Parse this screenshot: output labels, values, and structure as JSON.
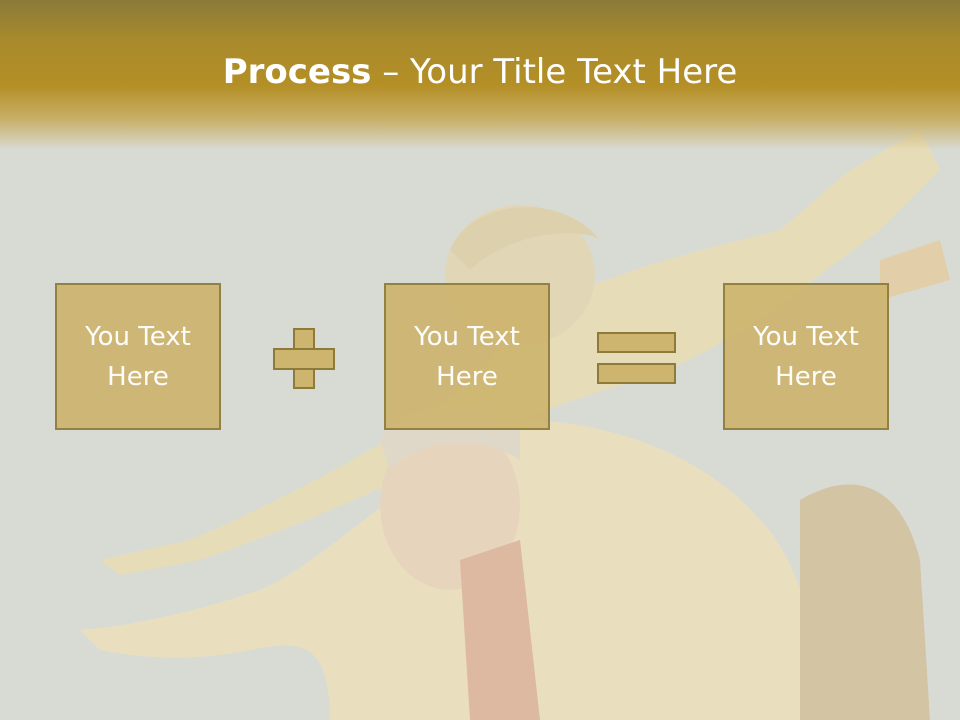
{
  "slide": {
    "title_bold": "Process",
    "title_rest": " – Your Title Text Here"
  },
  "process": {
    "boxes": [
      {
        "line1": "You Text",
        "line2": "Here"
      },
      {
        "line1": "You Text",
        "line2": "Here"
      },
      {
        "line1": "You Text",
        "line2": "Here"
      }
    ],
    "operators": [
      "plus-icon",
      "equals-icon"
    ]
  },
  "colors": {
    "header": "#b48f25",
    "box_fill": "#ceb56f",
    "box_border": "#8e7b3a",
    "text": "#ffffff",
    "background": "#d9dcd6"
  }
}
